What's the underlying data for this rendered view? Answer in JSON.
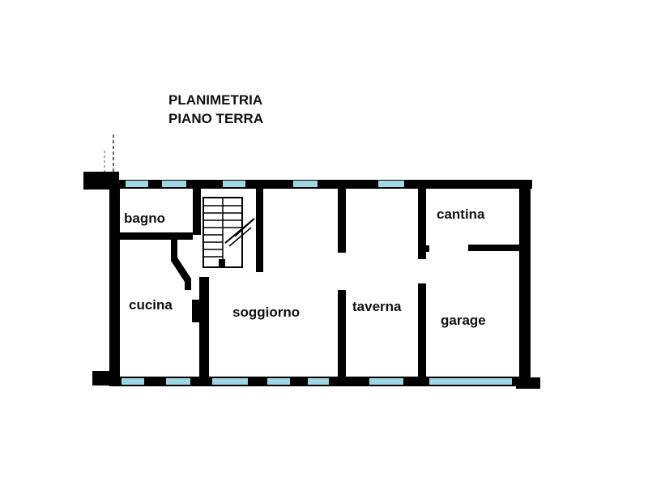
{
  "title": {
    "line1": "PLANIMETRIA",
    "line2": "PIANO TERRA"
  },
  "rooms": {
    "bagno": "bagno",
    "cantina": "cantina",
    "cucina": "cucina",
    "soggiorno": "soggiorno",
    "taverna": "taverna",
    "garage": "garage"
  },
  "colors": {
    "wall": "#000000",
    "window": "#9fd6e4",
    "background": "#ffffff",
    "text": "#111111"
  }
}
